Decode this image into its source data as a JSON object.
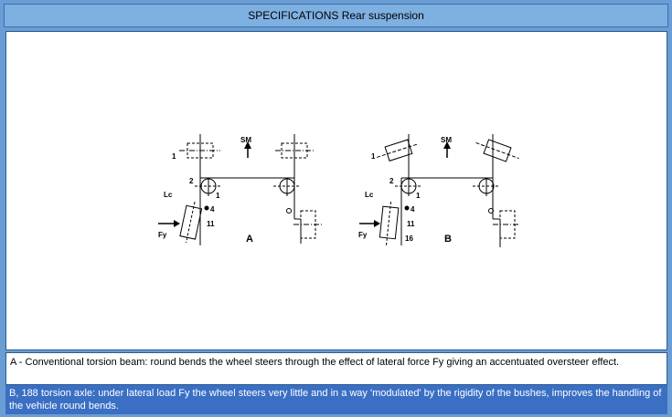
{
  "window": {
    "title": "SPECIFICATIONS Rear suspension"
  },
  "figure": {
    "diagram_a": {
      "letter": "A",
      "labels": {
        "sm": "SM",
        "one_top": "1",
        "two": "2",
        "one_mid": "1",
        "lc": "Lc",
        "four": "4",
        "eleven": "11",
        "fy": "Fy"
      }
    },
    "diagram_b": {
      "letter": "B",
      "labels": {
        "sm": "SM",
        "one_top": "1",
        "two": "2",
        "one_mid": "1",
        "lc": "Lc",
        "four": "4",
        "eleven": "11",
        "sixteen": "16",
        "fy": "Fy"
      }
    }
  },
  "captions": {
    "a": "A - Conventional torsion beam: round bends the wheel steers through the effect of lateral force Fy giving an accentuated oversteer effect.",
    "b": "B, 188 torsion axle: under lateral load Fy the wheel steers very little and in a way 'modulated' by the rigidity of the bushes, improves the handling of the vehicle round bends."
  }
}
